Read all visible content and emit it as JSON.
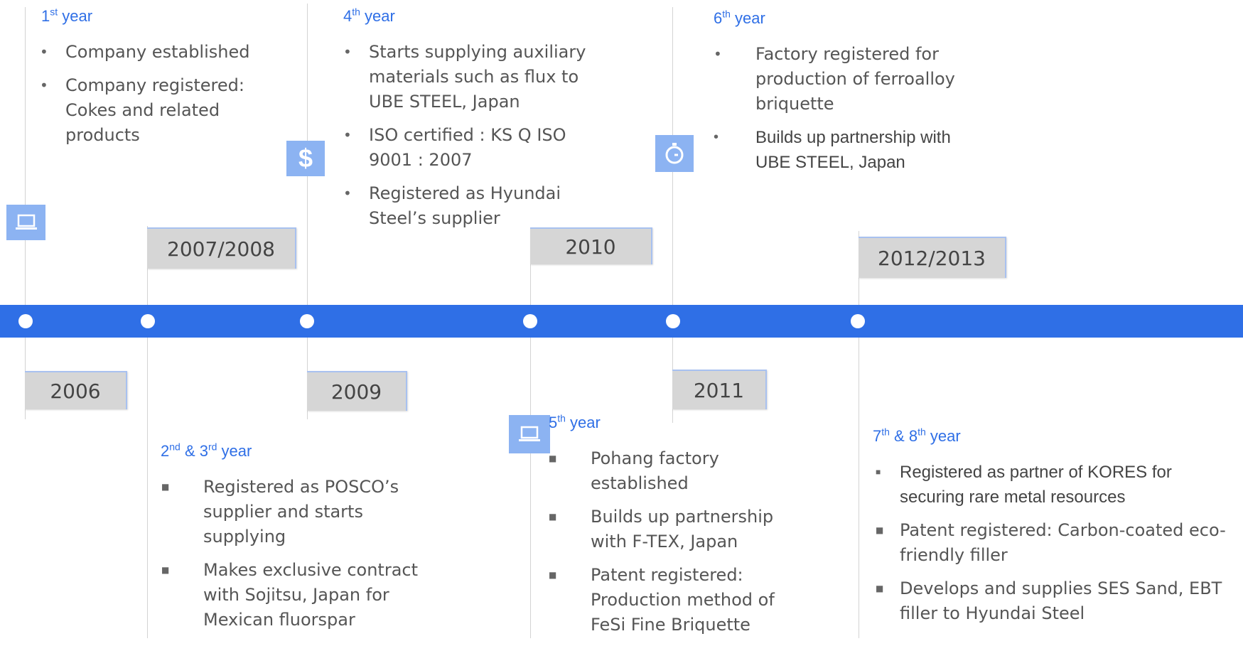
{
  "colors": {
    "band": "#2f6fe6",
    "heading": "#2f6fe6",
    "year_box": "#d6d6d6",
    "icon_bg": "#8cb3f2"
  },
  "years": {
    "y2006": "2006",
    "y2007": "2007/2008",
    "y2009": "2009",
    "y2010": "2010",
    "y2011": "2011",
    "y2012": "2012/2013"
  },
  "icons": [
    "laptop-icon",
    "dollar-icon",
    "stopwatch-icon",
    "laptop-icon"
  ],
  "icon_dollar_glyph": "$",
  "sections": {
    "s1": {
      "heading": {
        "num": "1",
        "sup": "st",
        "rest": " year"
      },
      "items": [
        "Company established",
        "Company registered: Cokes and related products"
      ]
    },
    "s2": {
      "heading": {
        "num": "2",
        "sup": "nd",
        "mid": " & 3",
        "sup2": "rd",
        "rest": " year"
      },
      "items": [
        "Registered as POSCO’s supplier and starts supplying",
        "Makes exclusive contract with Sojitsu, Japan for Mexican fluorspar"
      ]
    },
    "s4": {
      "heading": {
        "num": "4",
        "sup": "th",
        "rest": " year"
      },
      "items": [
        "Starts supplying auxiliary materials such as flux to UBE STEEL, Japan",
        "ISO certified : KS Q ISO 9001 : 2007",
        "Registered as Hyundai Steel’s supplier"
      ]
    },
    "s5": {
      "heading": {
        "num": "5",
        "sup": "th",
        "rest": " year"
      },
      "items": [
        "Pohang factory established",
        "Builds up partnership with F-TEX, Japan",
        "Patent registered: Production method of FeSi Fine Briquette"
      ]
    },
    "s6": {
      "heading": {
        "num": "6",
        "sup": "th",
        "rest": " year"
      },
      "items": [
        "Factory registered for production of ferroalloy briquette",
        "Builds up partnership with UBE STEEL, Japan"
      ]
    },
    "s7": {
      "heading": {
        "num": "7",
        "sup": "th",
        "mid": " & 8",
        "sup2": "th",
        "rest": " year"
      },
      "items": [
        "Registered as partner of KORES for securing rare metal resources",
        "Patent registered: Carbon-coated eco-friendly filler",
        "Develops and supplies SES Sand, EBT filler to Hyundai Steel"
      ]
    }
  }
}
